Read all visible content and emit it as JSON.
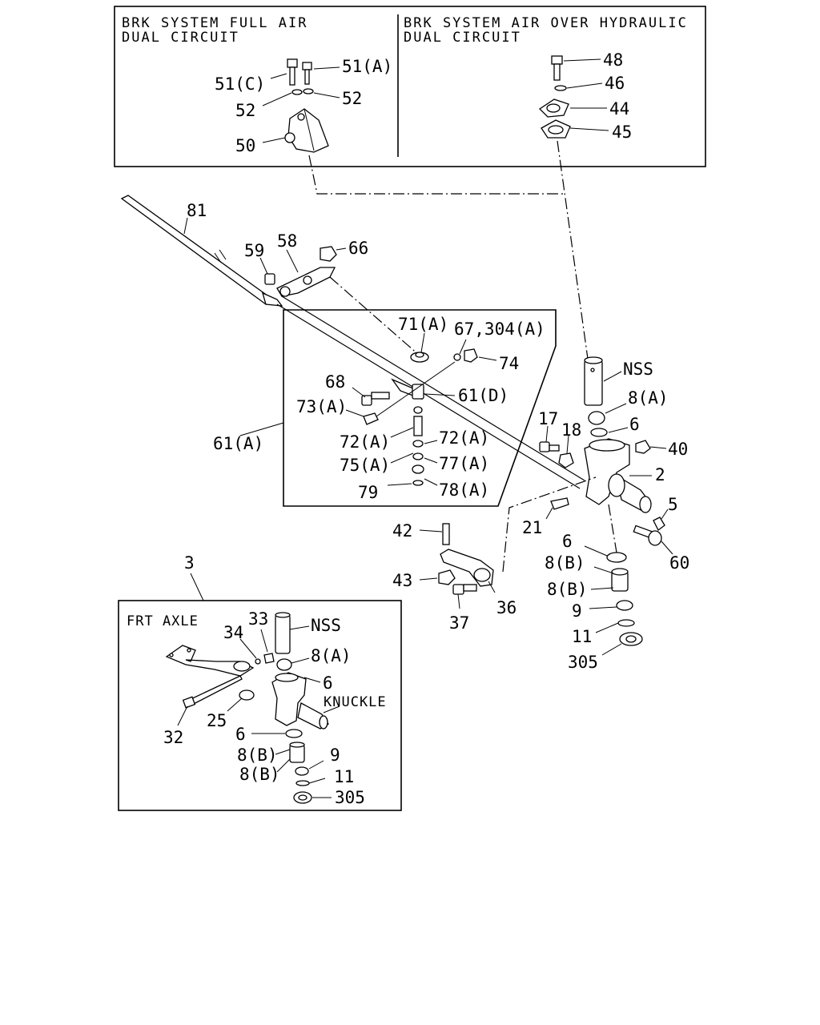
{
  "panels": {
    "full_air": {
      "title": "BRK SYSTEM FULL AIR",
      "subtitle": "DUAL CIRCUIT"
    },
    "air_hydraulic": {
      "title": "BRK SYSTEM AIR OVER HYDRAULIC",
      "subtitle": "DUAL CIRCUIT"
    },
    "frt_axle": {
      "title": "FRT AXLE"
    }
  },
  "callouts": {
    "p51a": "51(A)",
    "p51c": "51(C)",
    "p52a": "52",
    "p52b": "52",
    "p50": "50",
    "p48": "48",
    "p46": "46",
    "p44": "44",
    "p45": "45",
    "p81": "81",
    "p59": "59",
    "p58": "58",
    "p66": "66",
    "p71a": "71(A)",
    "p67": "67,304(A)",
    "p74": "74",
    "p68": "68",
    "p73a": "73(A)",
    "p61d": "61(D)",
    "p61a": "61(A)",
    "p72a1": "72(A)",
    "p72a2": "72(A)",
    "p75a": "75(A)",
    "p77a": "77(A)",
    "p79": "79",
    "p78a": "78(A)",
    "nss1": "NSS",
    "p8a1": "8(A)",
    "p6a": "6",
    "p17": "17",
    "p18": "18",
    "p40": "40",
    "p2": "2",
    "p5": "5",
    "p21": "21",
    "p60": "60",
    "p6b": "6",
    "p8b1": "8(B)",
    "p8b2": "8(B)",
    "p9a": "9",
    "p11a": "11",
    "p305a": "305",
    "p42": "42",
    "p43": "43",
    "p37": "37",
    "p36": "36",
    "p3": "3",
    "p33": "33",
    "nss2": "NSS",
    "p34": "34",
    "p8a2": "8(A)",
    "p6c": "6",
    "knuckle": "KNUCKLE",
    "p25": "25",
    "p32": "32",
    "p6d": "6",
    "p8b3": "8(B)",
    "p8b4": "8(B)",
    "p9b": "9",
    "p11b": "11",
    "p305b": "305"
  }
}
